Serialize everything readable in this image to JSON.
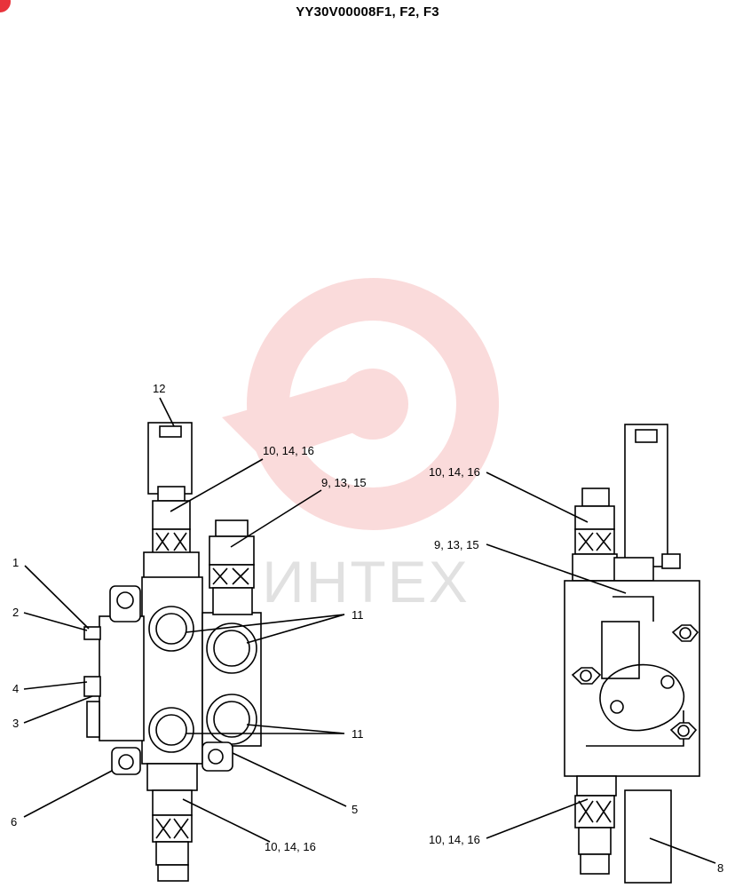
{
  "header": {
    "title": "YY30V00008F1, F2, F3"
  },
  "watermark": {
    "text": "ИНТЕХ",
    "color": "#f08080"
  },
  "left_view": {
    "callouts": [
      {
        "id": "c12",
        "text": "12"
      },
      {
        "id": "c10a",
        "text": "10, 14, 16"
      },
      {
        "id": "c9",
        "text": "9, 13, 15"
      },
      {
        "id": "c1",
        "text": "1"
      },
      {
        "id": "c2",
        "text": "2"
      },
      {
        "id": "c4",
        "text": "4"
      },
      {
        "id": "c3",
        "text": "3"
      },
      {
        "id": "c11a",
        "text": "11"
      },
      {
        "id": "c11b",
        "text": "11"
      },
      {
        "id": "c6",
        "text": "6"
      },
      {
        "id": "c5",
        "text": "5"
      },
      {
        "id": "c10b",
        "text": "10, 14, 16"
      }
    ]
  },
  "right_view": {
    "callouts": [
      {
        "id": "r10a",
        "text": "10, 14, 16"
      },
      {
        "id": "r9",
        "text": "9, 13, 15"
      },
      {
        "id": "r10b",
        "text": "10, 14, 16"
      },
      {
        "id": "r8",
        "text": "8"
      }
    ]
  }
}
